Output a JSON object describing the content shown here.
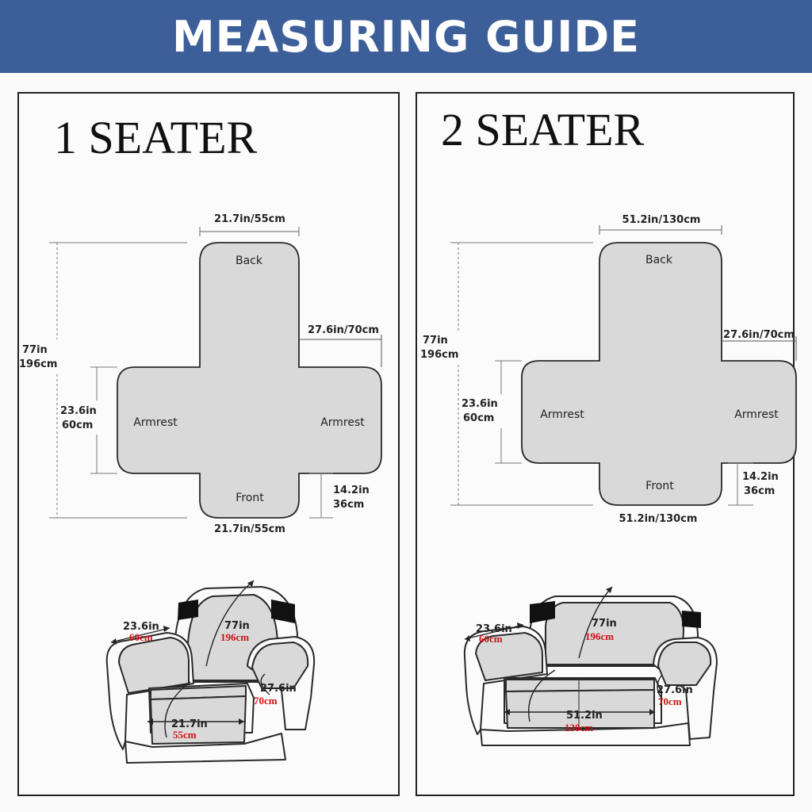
{
  "banner": {
    "title": "MEASURING GUIDE"
  },
  "colors": {
    "banner": "#3d5f99",
    "cover": "#d9d9d9",
    "red_label": "#d01010"
  },
  "one_seater": {
    "heading": "1 SEATER",
    "top_width": "21.7in/55cm",
    "bottom_width": "21.7in/55cm",
    "arm_width": "27.6in/70cm",
    "total_length_in": "77in",
    "total_length_cm": "196cm",
    "arm_length_in": "23.6in",
    "arm_length_cm": "60cm",
    "front_drop_in": "14.2in",
    "front_drop_cm": "36cm",
    "parts": {
      "back": "Back",
      "front": "Front",
      "armrest_left": "Armrest",
      "armrest_right": "Armrest"
    },
    "illustration": {
      "arm_in": "23.6in",
      "arm_cm": "60cm",
      "length_in": "77in",
      "length_cm": "196cm",
      "side_in": "27.6in",
      "side_cm": "70cm",
      "width_in": "21.7in",
      "width_cm": "55cm"
    }
  },
  "two_seater": {
    "heading": "2 SEATER",
    "top_width": "51.2in/130cm",
    "bottom_width": "51.2in/130cm",
    "arm_width": "27.6in/70cm",
    "total_length_in": "77in",
    "total_length_cm": "196cm",
    "arm_length_in": "23.6in",
    "arm_length_cm": "60cm",
    "front_drop_in": "14.2in",
    "front_drop_cm": "36cm",
    "parts": {
      "back": "Back",
      "front": "Front",
      "armrest_left": "Armrest",
      "armrest_right": "Armrest"
    },
    "illustration": {
      "arm_in": "23.6in",
      "arm_cm": "60cm",
      "length_in": "77in",
      "length_cm": "196cm",
      "side_in": "27.6in",
      "side_cm": "70cm",
      "width_in": "51.2in",
      "width_cm": "130cm"
    }
  }
}
